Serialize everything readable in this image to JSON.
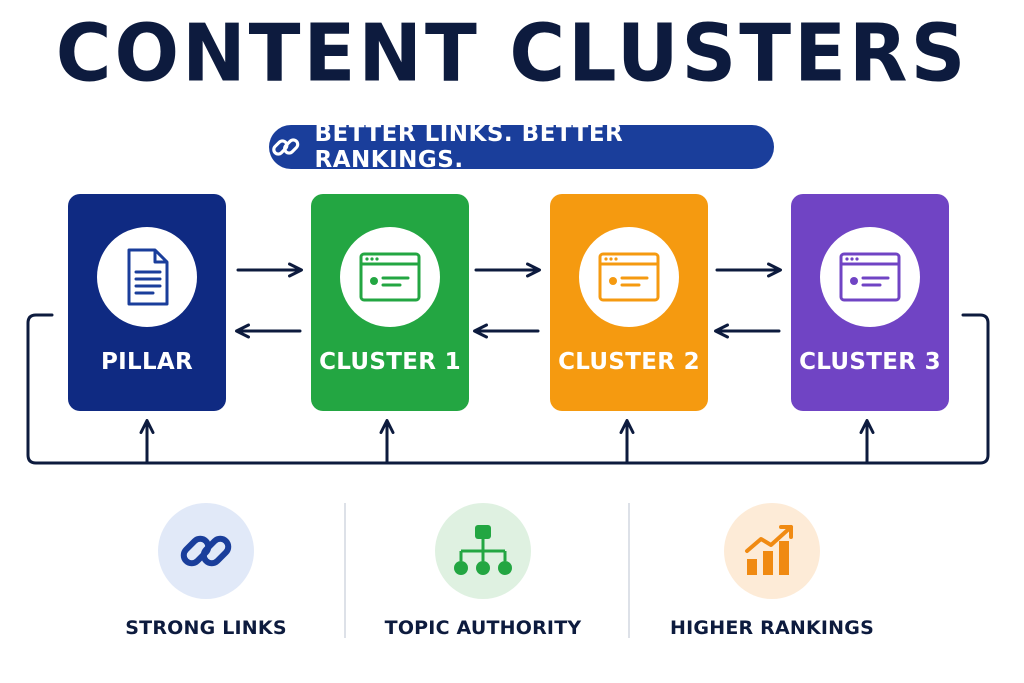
{
  "title": "CONTENT CLUSTERS",
  "tagline": {
    "text": "BETTER LINKS. BETTER RANKINGS.",
    "icon": "link-icon"
  },
  "cards": [
    {
      "label": "PILLAR",
      "icon": "document-icon",
      "color": "#0f2a82"
    },
    {
      "label": "CLUSTER 1",
      "icon": "browser-window-icon",
      "color": "#23a642"
    },
    {
      "label": "CLUSTER 2",
      "icon": "browser-window-icon",
      "color": "#f59a10"
    },
    {
      "label": "CLUSTER 3",
      "icon": "browser-window-icon",
      "color": "#7044c4"
    }
  ],
  "features": [
    {
      "label": "STRONG LINKS",
      "icon": "chain-link-icon",
      "color": "#1a3e9b"
    },
    {
      "label": "TOPIC AUTHORITY",
      "icon": "hierarchy-icon",
      "color": "#23a642"
    },
    {
      "label": "HIGHER RANKINGS",
      "icon": "growth-chart-icon",
      "color": "#f08a12"
    }
  ],
  "colors": {
    "navy": "#0d1b3e",
    "accent_blue": "#1a3e9b"
  }
}
